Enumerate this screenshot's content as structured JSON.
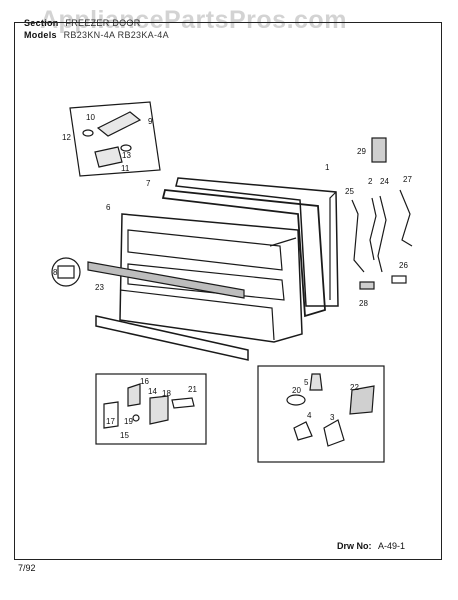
{
  "watermark": "AppliancePartsPros.com",
  "header": {
    "section_label": "Section",
    "section_value": "FREEZER DOOR",
    "models_label": "Models",
    "models_value": "RB23KN-4A  RB23KA-4A"
  },
  "footer": {
    "date": "7/92",
    "drawing_label": "Drw No:",
    "drawing_value": "A-49-1"
  },
  "callouts": [
    "1",
    "2",
    "3",
    "4",
    "5",
    "6",
    "7",
    "8",
    "9",
    "10",
    "11",
    "12",
    "13",
    "14",
    "15",
    "16",
    "17",
    "18",
    "19",
    "20",
    "21",
    "22",
    "23",
    "24",
    "25",
    "26",
    "27",
    "28",
    "29"
  ]
}
